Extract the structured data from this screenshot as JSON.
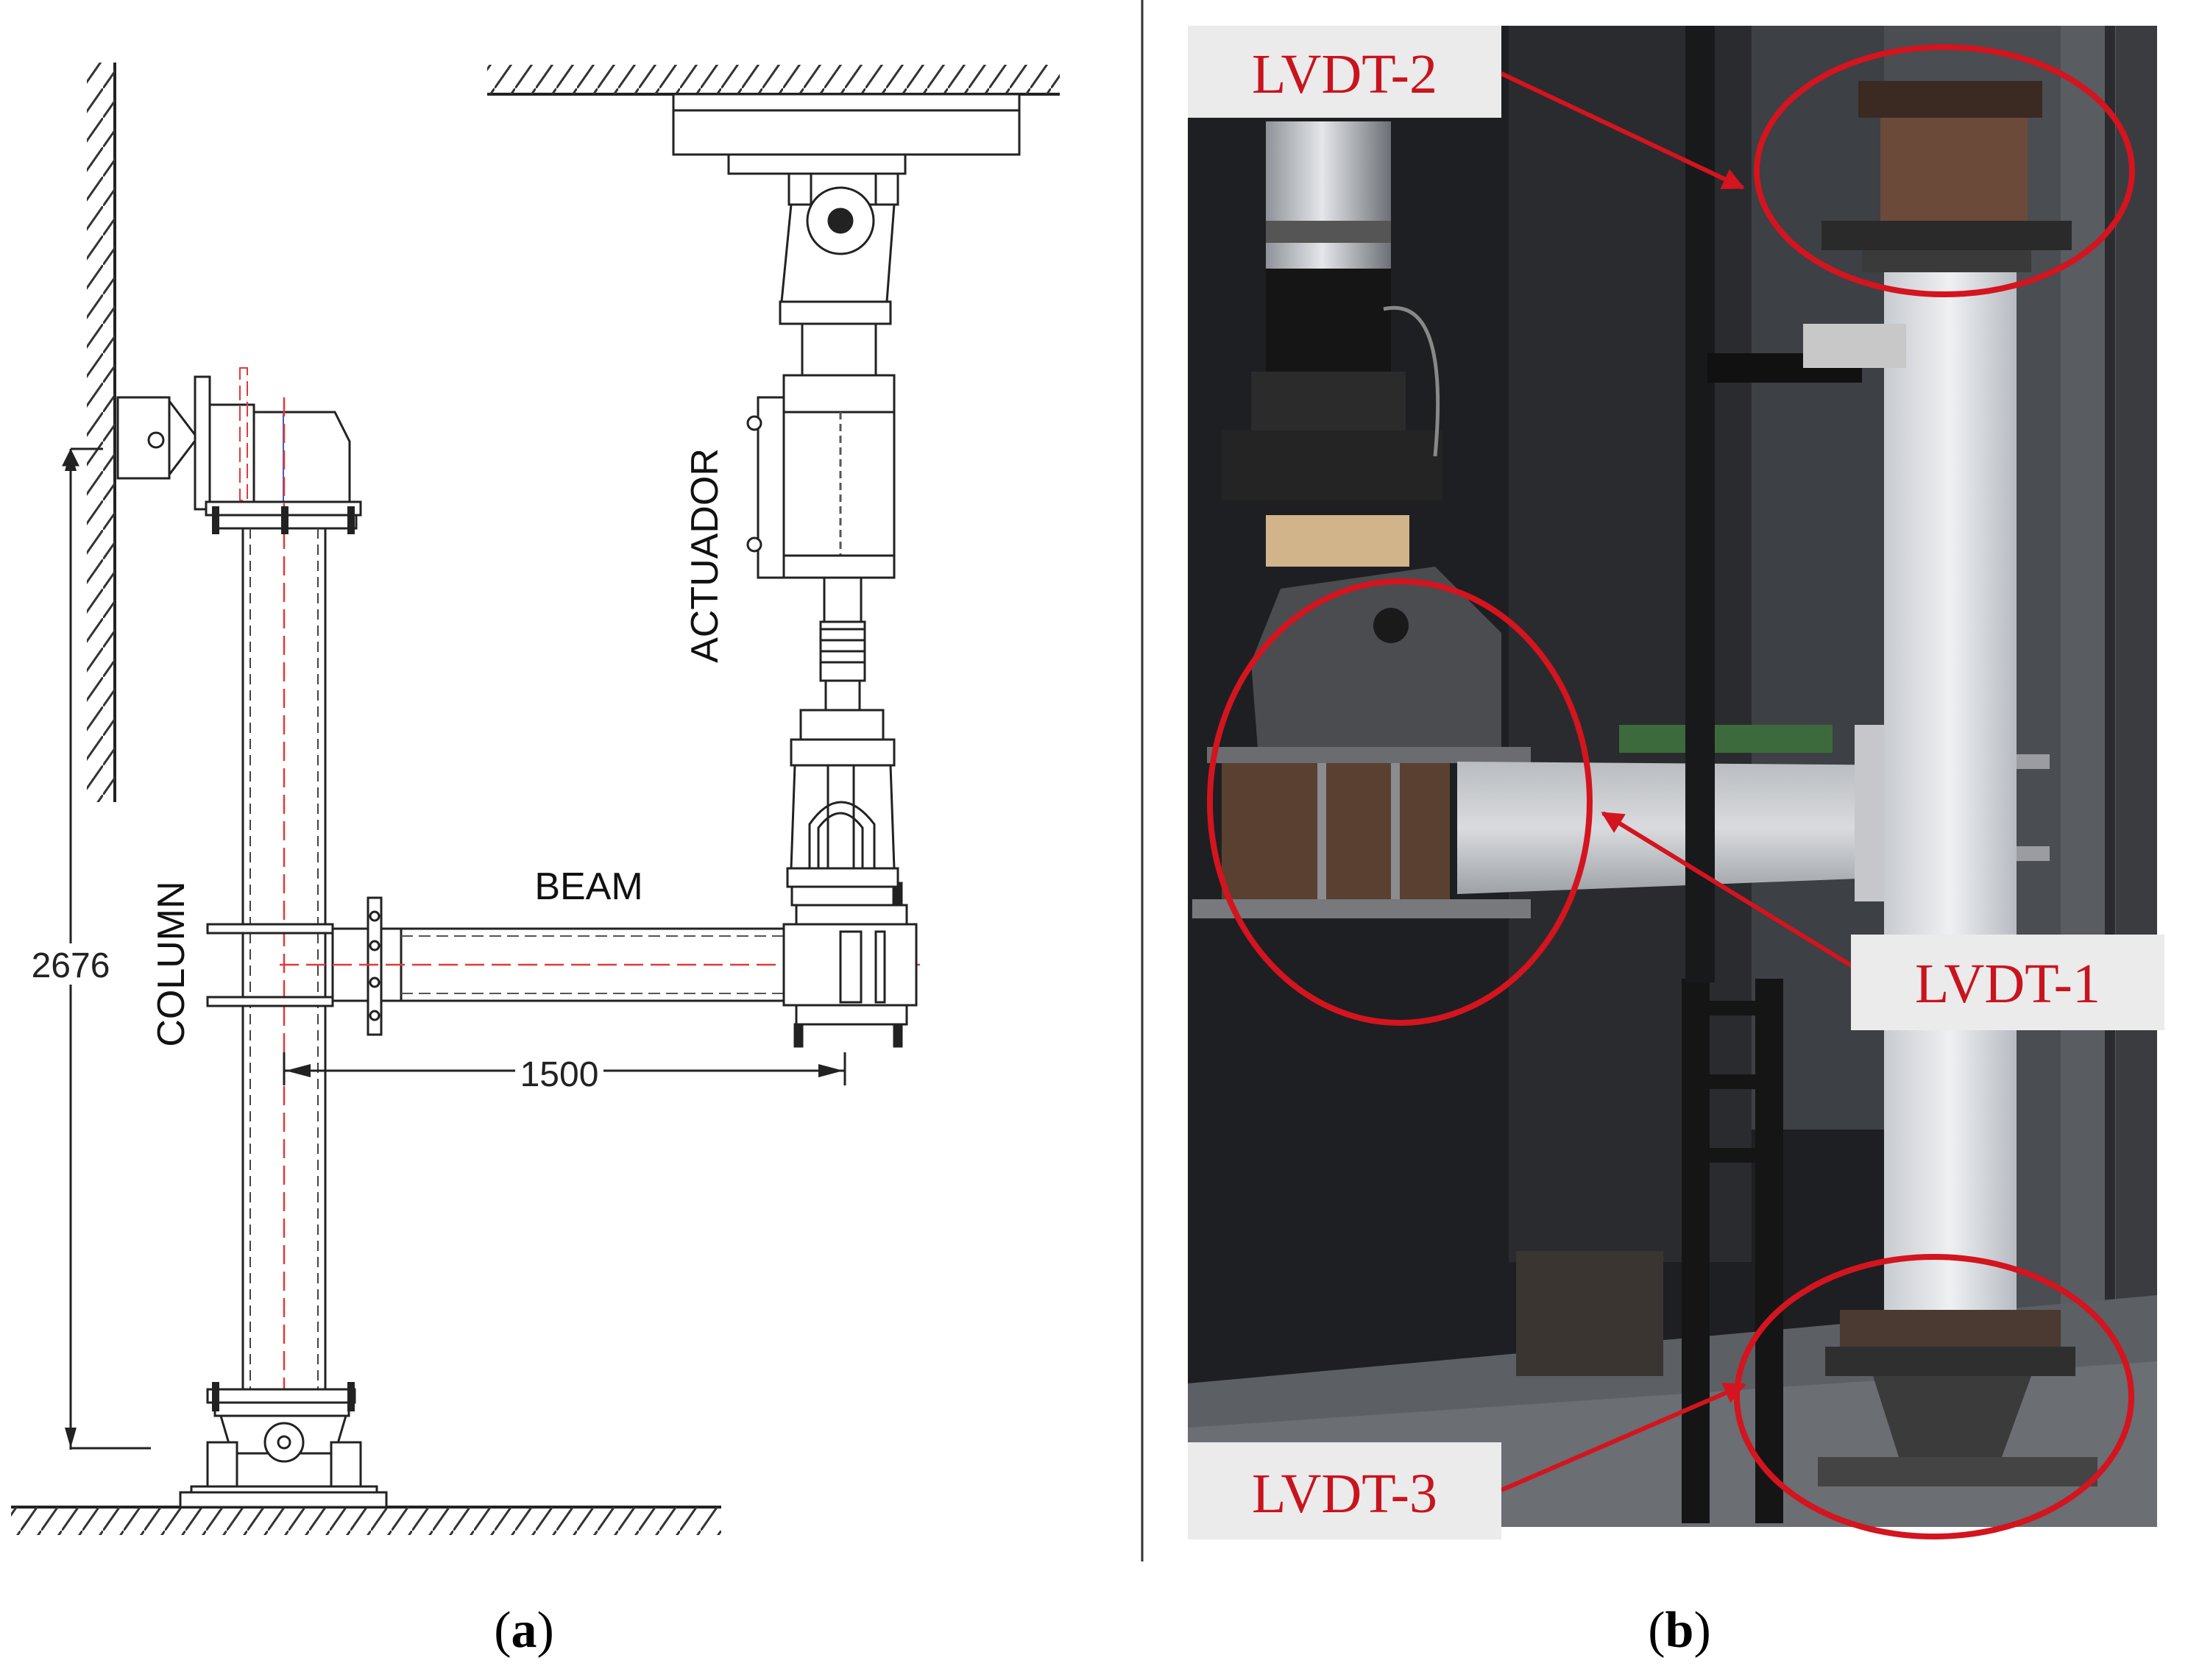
{
  "panel_a": {
    "labels": {
      "actuator": "ACTUADOR",
      "beam": "BEAM",
      "column": "COLUMN"
    },
    "dimensions": {
      "height": "2676",
      "span": "1500"
    },
    "caption": {
      "open": "(",
      "letter": "a",
      "close": ")"
    }
  },
  "panel_b": {
    "callouts": [
      {
        "label": "LVDT-2"
      },
      {
        "label": "LVDT-1"
      },
      {
        "label": "LVDT-3"
      }
    ],
    "caption": {
      "open": "(",
      "letter": "b",
      "close": ")"
    }
  },
  "colors": {
    "callout_red": "#d4141e",
    "centerline_red": "#e03a3a",
    "drawing_line": "#1a1a1a"
  }
}
